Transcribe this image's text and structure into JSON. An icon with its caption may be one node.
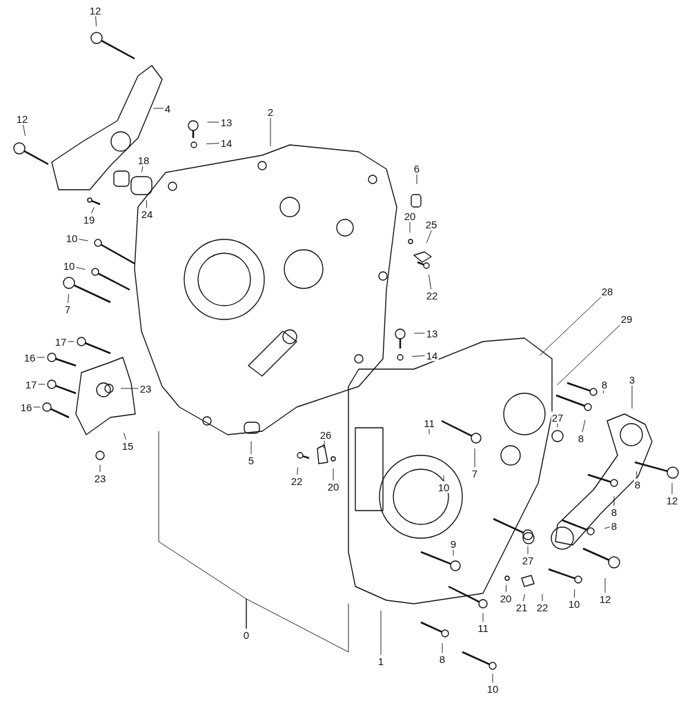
{
  "diagram": {
    "nodes": [
      {
        "text": [
          "12"
        ]
      },
      {
        "text": [
          "4"
        ]
      },
      {
        "text": [
          "12"
        ]
      },
      {
        "text": [
          "13"
        ]
      },
      {
        "text": [
          "2"
        ]
      },
      {
        "text": [
          "14"
        ]
      },
      {
        "text": [
          "18"
        ]
      },
      {
        "text": [
          "6"
        ]
      },
      {
        "text": [
          "20"
        ]
      },
      {
        "text": [
          "25"
        ]
      },
      {
        "text": [
          "19"
        ]
      },
      {
        "text": [
          "24"
        ]
      },
      {
        "text": [
          "10"
        ]
      },
      {
        "text": [
          "10"
        ]
      },
      {
        "text": [
          "22"
        ]
      },
      {
        "text": [
          "28"
        ]
      },
      {
        "text": [
          "7"
        ]
      },
      {
        "text": [
          "29"
        ]
      },
      {
        "text": [
          "13"
        ]
      },
      {
        "text": [
          "17"
        ]
      },
      {
        "text": [
          "14"
        ]
      },
      {
        "text": [
          "16"
        ]
      },
      {
        "text": [
          "8"
        ]
      },
      {
        "text": [
          "3"
        ]
      },
      {
        "text": [
          "17"
        ]
      },
      {
        "text": [
          "23"
        ]
      },
      {
        "text": [
          "16"
        ]
      },
      {
        "text": [
          "27"
        ]
      },
      {
        "text": [
          "11"
        ]
      },
      {
        "text": [
          "8"
        ]
      },
      {
        "text": [
          "26"
        ]
      },
      {
        "text": [
          "15"
        ]
      },
      {
        "text": [
          "5"
        ]
      },
      {
        "text": [
          "23"
        ]
      },
      {
        "text": [
          "22"
        ]
      },
      {
        "text": [
          "7"
        ]
      },
      {
        "text": [
          "8"
        ]
      },
      {
        "text": [
          "12"
        ]
      },
      {
        "text": [
          "20"
        ]
      },
      {
        "text": [
          "10"
        ]
      },
      {
        "text": [
          "8"
        ]
      },
      {
        "text": [
          "8"
        ]
      },
      {
        "text": [
          "9"
        ]
      },
      {
        "text": [
          "27"
        ]
      },
      {
        "text": [
          "12"
        ]
      },
      {
        "text": [
          "20"
        ]
      },
      {
        "text": [
          "21"
        ]
      },
      {
        "text": [
          "22"
        ]
      },
      {
        "text": [
          "10"
        ]
      },
      {
        "text": [
          "11"
        ]
      },
      {
        "text": [
          "1"
        ]
      },
      {
        "text": [
          "8"
        ]
      },
      {
        "text": [
          "0"
        ]
      },
      {
        "text": [
          "10"
        ]
      }
    ],
    "edges": [
      {
        "from": 0,
        "to": null,
        "arrow": "none"
      },
      {
        "from": 1,
        "to": null,
        "arrow": "none"
      },
      {
        "from": 2,
        "to": null,
        "arrow": "none"
      },
      {
        "from": 3,
        "to": null,
        "arrow": "none"
      },
      {
        "from": 4,
        "to": null,
        "arrow": "none"
      },
      {
        "from": 5,
        "to": null,
        "arrow": "none"
      },
      {
        "from": 6,
        "to": null,
        "arrow": "none"
      },
      {
        "from": 7,
        "to": null,
        "arrow": "none"
      },
      {
        "from": 8,
        "to": null,
        "arrow": "none"
      },
      {
        "from": 9,
        "to": null,
        "arrow": "none"
      },
      {
        "from": 10,
        "to": null,
        "arrow": "none"
      },
      {
        "from": 11,
        "to": null,
        "arrow": "none"
      },
      {
        "from": 12,
        "to": null,
        "arrow": "none"
      },
      {
        "from": 13,
        "to": null,
        "arrow": "none"
      },
      {
        "from": 14,
        "to": null,
        "arrow": "none"
      },
      {
        "from": 15,
        "to": null,
        "arrow": "none"
      },
      {
        "from": 16,
        "to": null,
        "arrow": "none"
      },
      {
        "from": 17,
        "to": null,
        "arrow": "none"
      },
      {
        "from": 18,
        "to": null,
        "arrow": "none"
      },
      {
        "from": 19,
        "to": null,
        "arrow": "none"
      },
      {
        "from": 20,
        "to": null,
        "arrow": "none"
      },
      {
        "from": 21,
        "to": null,
        "arrow": "none"
      },
      {
        "from": 22,
        "to": null,
        "arrow": "none"
      },
      {
        "from": 23,
        "to": null,
        "arrow": "none"
      },
      {
        "from": 24,
        "to": null,
        "arrow": "none"
      },
      {
        "from": 25,
        "to": null,
        "arrow": "none"
      },
      {
        "from": 26,
        "to": null,
        "arrow": "none"
      },
      {
        "from": 27,
        "to": null,
        "arrow": "none"
      },
      {
        "from": 28,
        "to": null,
        "arrow": "none"
      },
      {
        "from": 29,
        "to": null,
        "arrow": "none"
      },
      {
        "from": 30,
        "to": null,
        "arrow": "none"
      },
      {
        "from": 31,
        "to": null,
        "arrow": "none"
      },
      {
        "from": 32,
        "to": null,
        "arrow": "none"
      },
      {
        "from": 33,
        "to": null,
        "arrow": "none"
      },
      {
        "from": 34,
        "to": null,
        "arrow": "none"
      },
      {
        "from": 35,
        "to": null,
        "arrow": "none"
      },
      {
        "from": 36,
        "to": null,
        "arrow": "none"
      },
      {
        "from": 37,
        "to": null,
        "arrow": "none"
      },
      {
        "from": 38,
        "to": null,
        "arrow": "none"
      },
      {
        "from": 39,
        "to": null,
        "arrow": "none"
      },
      {
        "from": 40,
        "to": null,
        "arrow": "none"
      },
      {
        "from": 41,
        "to": null,
        "arrow": "none"
      },
      {
        "from": 42,
        "to": null,
        "arrow": "none"
      },
      {
        "from": 43,
        "to": null,
        "arrow": "none"
      },
      {
        "from": 44,
        "to": null,
        "arrow": "none"
      },
      {
        "from": 45,
        "to": null,
        "arrow": "none"
      },
      {
        "from": 46,
        "to": null,
        "arrow": "none"
      },
      {
        "from": 47,
        "to": null,
        "arrow": "none"
      },
      {
        "from": 48,
        "to": null,
        "arrow": "none"
      },
      {
        "from": 49,
        "to": null,
        "arrow": "none"
      },
      {
        "from": 50,
        "to": null,
        "arrow": "none"
      },
      {
        "from": 51,
        "to": null,
        "arrow": "none"
      },
      {
        "from": 52,
        "to": null,
        "arrow": "none"
      },
      {
        "from": 52,
        "to": null,
        "arrow": "none"
      },
      {
        "from": 53,
        "to": null,
        "arrow": "none"
      }
    ]
  }
}
